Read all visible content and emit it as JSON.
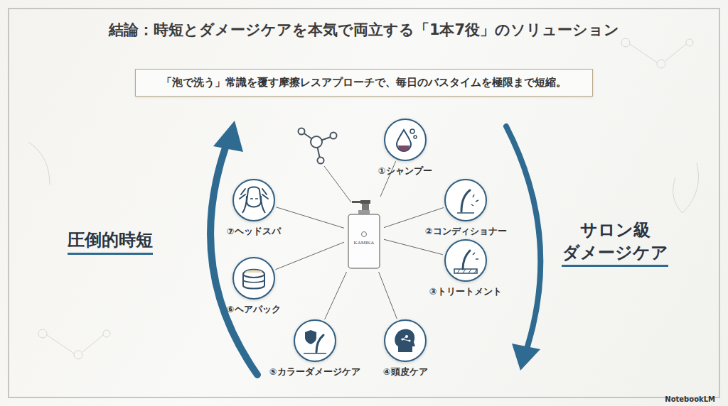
{
  "diagram": {
    "title": "結論：時短とダメージケアを本気で両立する「1本7役」のソリューション",
    "nodes": [
      {
        "text": [
          "「泡で洗う」常識を覆す摩擦レスアプローチで、毎日のバスタイムを極限まで短縮。"
        ]
      },
      {
        "text": [
          "KAMIKA"
        ]
      },
      {
        "text": [
          "①シャンプー"
        ]
      },
      {
        "text": [
          "②コンディショナー"
        ]
      },
      {
        "text": [
          "③トリートメント"
        ]
      },
      {
        "text": [
          "④頭皮ケア"
        ]
      },
      {
        "text": [
          "⑤カラーダメージケア"
        ]
      },
      {
        "text": [
          "⑥ヘアパック"
        ]
      },
      {
        "text": [
          "⑦ヘッドスパ"
        ]
      }
    ],
    "edges": [
      {
        "from": 1,
        "to": 2,
        "arrow": "none"
      },
      {
        "from": 1,
        "to": 3,
        "arrow": "none"
      },
      {
        "from": 1,
        "to": 4,
        "arrow": "none"
      },
      {
        "from": 1,
        "to": 5,
        "arrow": "none"
      },
      {
        "from": 1,
        "to": 6,
        "arrow": "none"
      },
      {
        "from": 1,
        "to": 7,
        "arrow": "none"
      },
      {
        "from": 1,
        "to": 8,
        "arrow": "none"
      }
    ],
    "labels": [
      "圧倒的時短",
      "サロン級 ダメージケア",
      "NotebookLM"
    ]
  }
}
